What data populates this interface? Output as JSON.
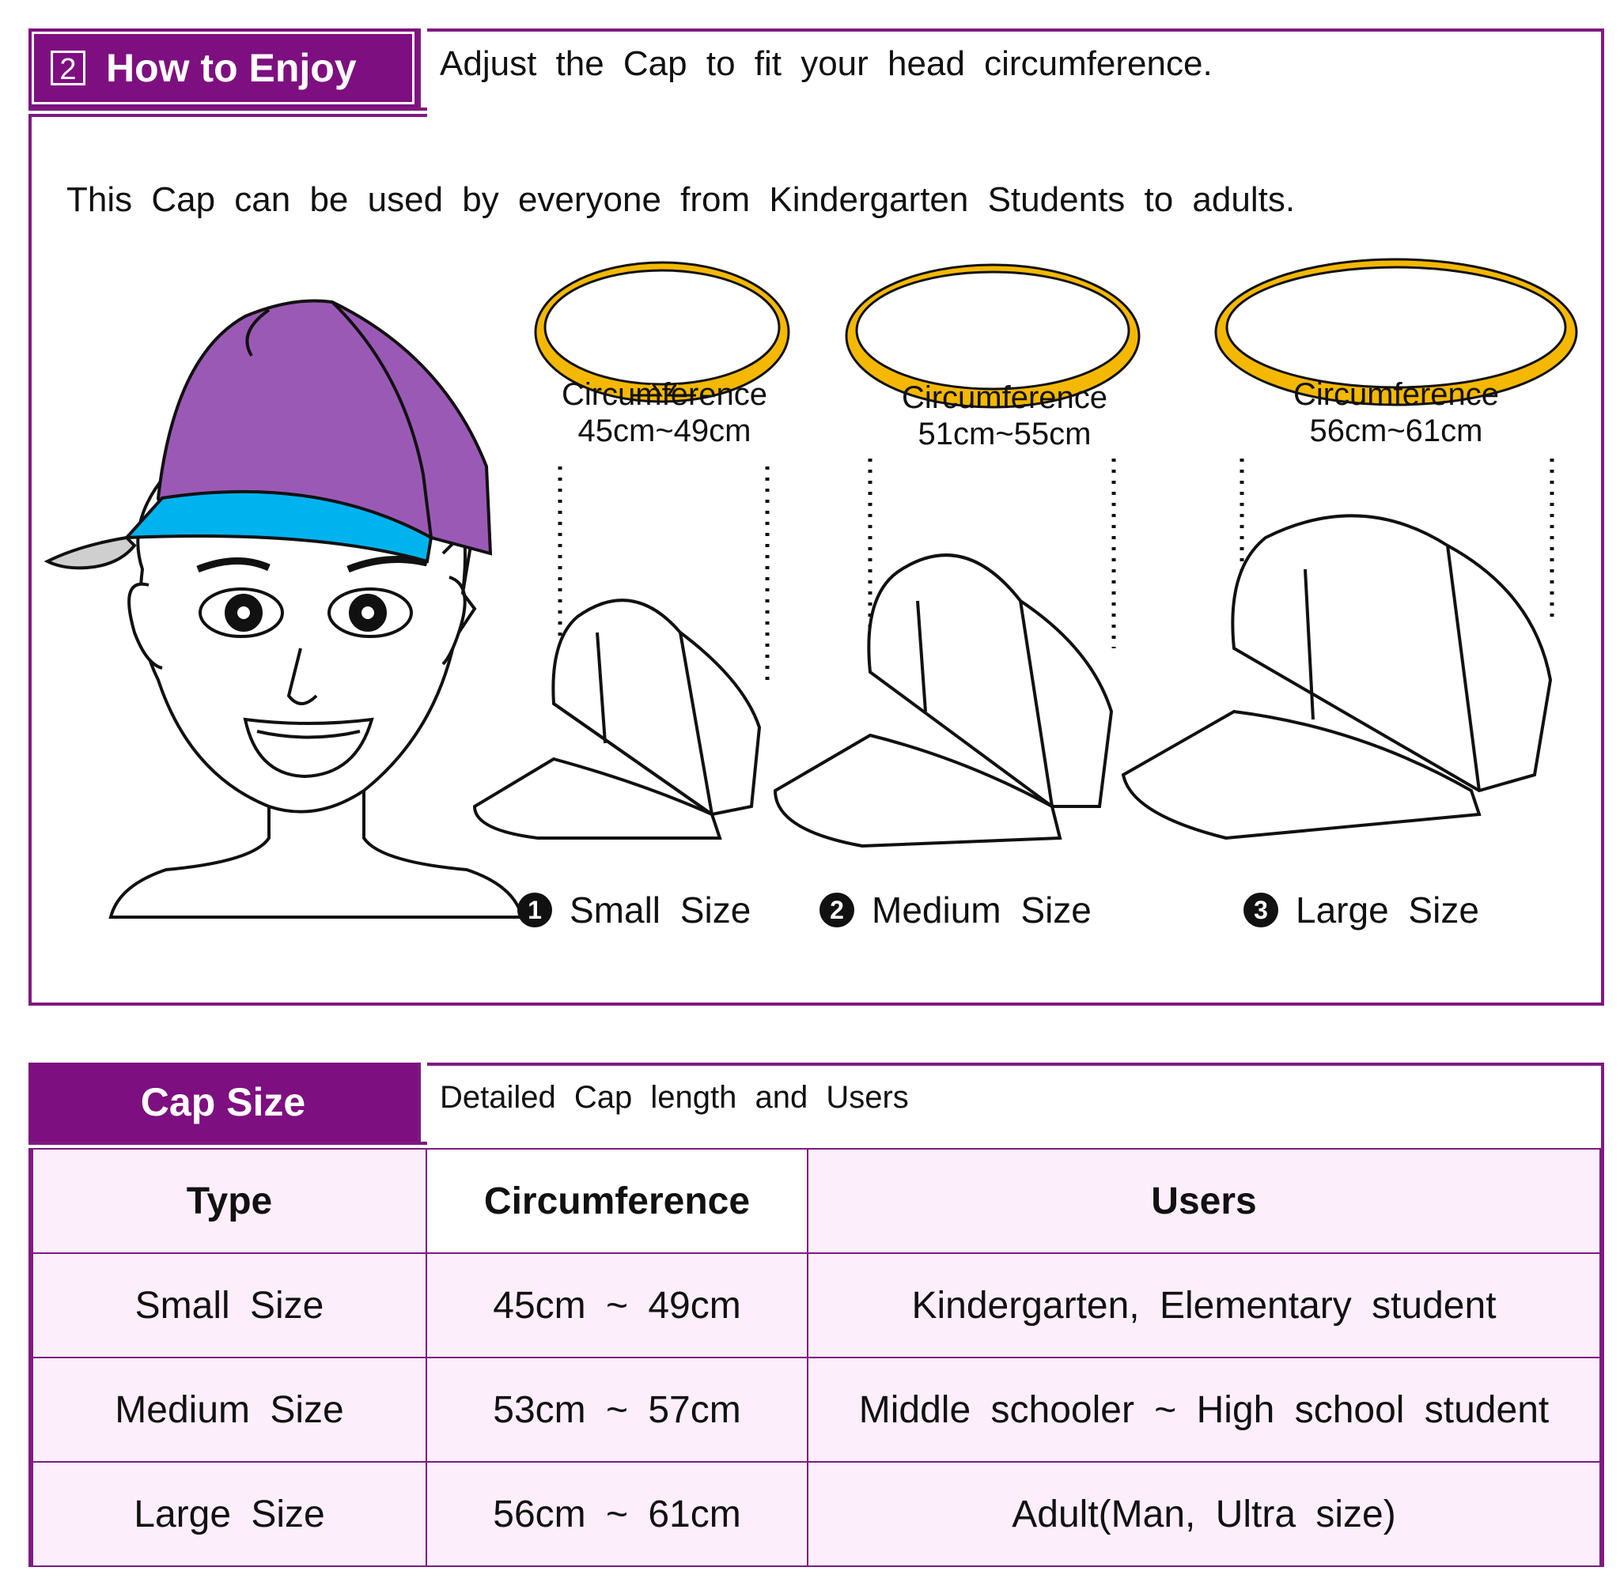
{
  "section1": {
    "number": "2",
    "title": "How to Enjoy",
    "subtitle": "Adjust the Cap to fit your head circumference.",
    "intro": "This Cap can be used by everyone from Kindergarten Students to adults.",
    "rings": [
      {
        "label": "Circumference",
        "range": "45cm~49cm"
      },
      {
        "label": "Circumference",
        "range": "51cm~55cm"
      },
      {
        "label": "Circumference",
        "range": "56cm~61cm"
      }
    ],
    "sizes": [
      {
        "marker": "1",
        "label": "Small Size"
      },
      {
        "marker": "2",
        "label": "Medium Size"
      },
      {
        "marker": "3",
        "label": "Large Size"
      }
    ],
    "colors": {
      "accent": "#7e0f80",
      "cap_crown": "#9b59b6",
      "cap_visor": "#00b3ef",
      "ring": "#f5b800"
    }
  },
  "section2": {
    "title": "Cap Size",
    "subtitle": "Detailed Cap length and Users",
    "headers": [
      "Type",
      "Circumference",
      "Users"
    ],
    "rows": [
      [
        "Small Size",
        "45cm ~ 49cm",
        "Kindergarten, Elementary student"
      ],
      [
        "Medium Size",
        "53cm ~ 57cm",
        "Middle schooler ~ High school student"
      ],
      [
        "Large Size",
        "56cm ~ 61cm",
        "Adult(Man, Ultra size)"
      ]
    ]
  }
}
